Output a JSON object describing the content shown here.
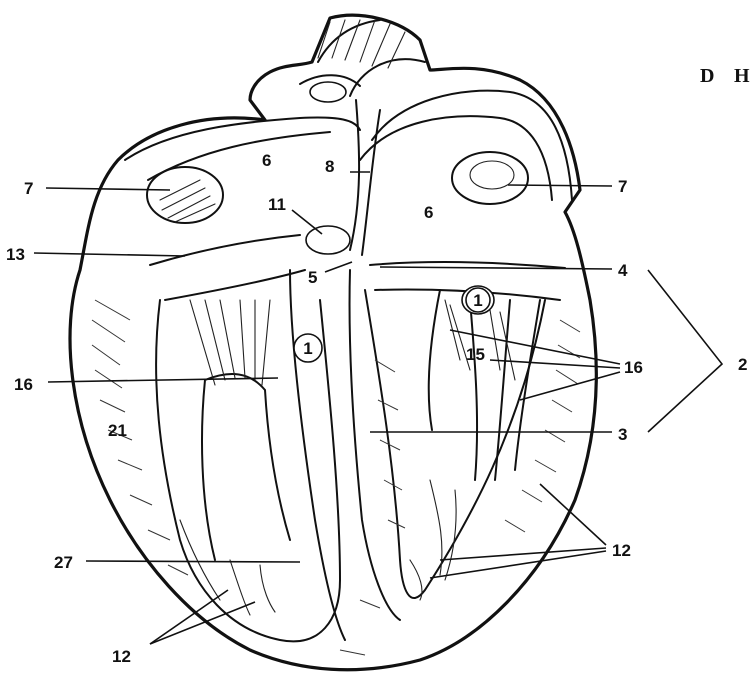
{
  "panel": {
    "letter": "D",
    "title_fragment": "H"
  },
  "labels": {
    "l7_left": "7",
    "l6_left": "6",
    "l8": "8",
    "l11": "11",
    "l13": "13",
    "l5": "5",
    "l1_septum": "1",
    "l16_left": "16",
    "l21": "21",
    "l27": "27",
    "l12_bottom": "12",
    "l6_right": "6",
    "l7_right": "7",
    "l4": "4",
    "l1_right": "1",
    "l15": "15",
    "l16_right": "16",
    "l2": "2",
    "l3": "3",
    "l12_right": "12"
  }
}
